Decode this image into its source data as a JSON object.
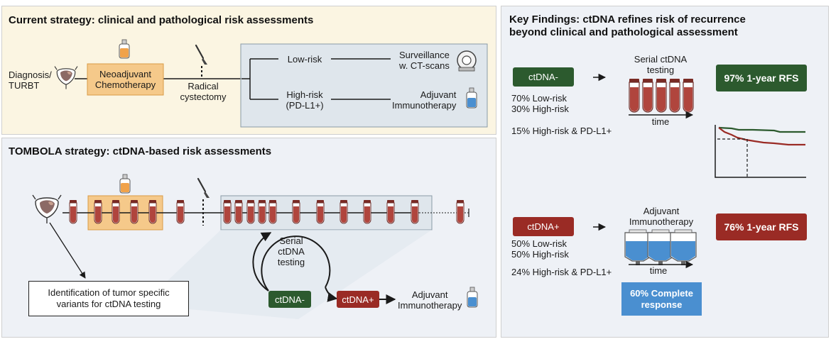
{
  "current": {
    "title": "Current strategy: clinical and pathological risk assessments",
    "diagnosis": "Diagnosis/\nTURBT",
    "neoadjuvant": "Neoadjuvant\nChemotherapy",
    "cystectomy": "Radical\ncystectomy",
    "low_risk": "Low-risk",
    "high_risk": "High-risk\n(PD-L1+)",
    "surveillance": "Surveillance\nw. CT-scans",
    "adjuvant": "Adjuvant\nImmunotherapy"
  },
  "tombola": {
    "title": "TOMBOLA strategy: ctDNA-based risk assessments",
    "serial": "Serial\nctDNA\ntesting",
    "ctdna_neg": "ctDNA-",
    "ctdna_pos": "ctDNA+",
    "adjuvant": "Adjuvant\nImmunotherapy",
    "identification": "Identification of tumor specific\nvariants for ctDNA testing"
  },
  "findings": {
    "title": "Key Findings: ctDNA refines risk of recurrence\nbeyond clinical and pathological assessment",
    "neg_label": "ctDNA-",
    "neg_stats": "70% Low-risk\n30% High-risk",
    "neg_pdl1": "15% High-risk & PD-L1+",
    "serial": "Serial ctDNA\ntesting",
    "time1": "time",
    "neg_rfs": "97% 1-year RFS",
    "pos_label": "ctDNA+",
    "pos_stats": "50% Low-risk\n50% High-risk",
    "pos_pdl1": "24% High-risk & PD-L1+",
    "adjuvant": "Adjuvant\nImmunotherapy",
    "time2": "time",
    "pos_rfs": "76% 1-year RFS",
    "complete": "60% Complete\nresponse"
  },
  "colors": {
    "neg_green": "#2c5a2e",
    "pos_red": "#9a2b25",
    "chemo_orange": "#f5c98a",
    "complete_blue": "#4a8fd0",
    "panel_yellow": "#fbf5e2",
    "panel_blue": "#eef1f6",
    "tube_red": "#b0453d"
  },
  "icons": [
    "bladder-icon",
    "chemo-bag-icon",
    "scalpel-icon",
    "ct-scanner-icon",
    "iv-bag-icon",
    "blood-tube-icon"
  ]
}
